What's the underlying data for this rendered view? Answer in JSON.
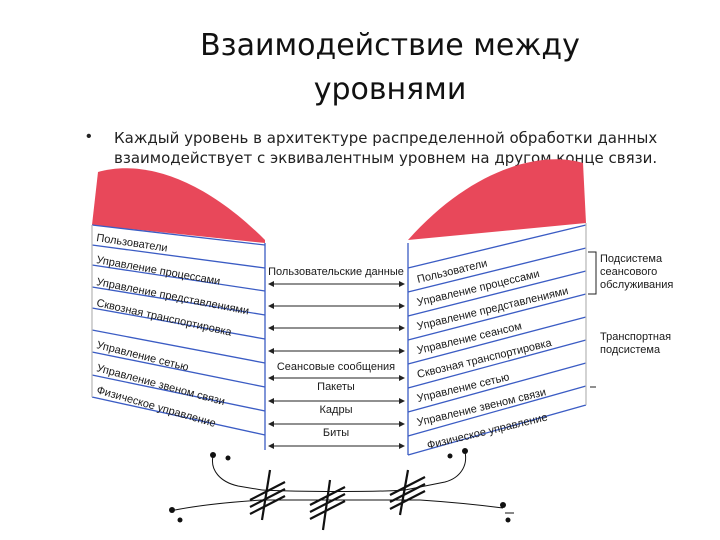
{
  "slide": {
    "title": "Взаимодействие между уровнями",
    "bullet": "Каждый уровень в архитектуре распределенной обработки данных взаимодействует с эквивалентным уровнем на другом конце связи."
  },
  "diagram": {
    "left_layers": [
      "Пользователи",
      "Управление процессами",
      "Управление представлениями",
      "Сквозная транспортировка",
      "Управление сетью",
      "Управление звеном связи",
      "Физическое управление"
    ],
    "right_layers": [
      "Пользователи",
      "Управление процессами",
      "Управление представлениями",
      "Управление сеансом",
      "Сквозная транспортировка",
      "Управление сетью",
      "Управление звеном связи",
      "Физическое управление"
    ],
    "exchanges": [
      "Пользовательские данные",
      "Сеансовые сообщения",
      "Пакеты",
      "Кадры",
      "Биты"
    ],
    "subsystems": {
      "session": "Подсистема сеансового обслуживания",
      "transport": "Транспортная подсистема"
    },
    "colors": {
      "fan": "#e8485a",
      "lines": "#3b5cc4",
      "text": "#1a1a1a"
    }
  }
}
